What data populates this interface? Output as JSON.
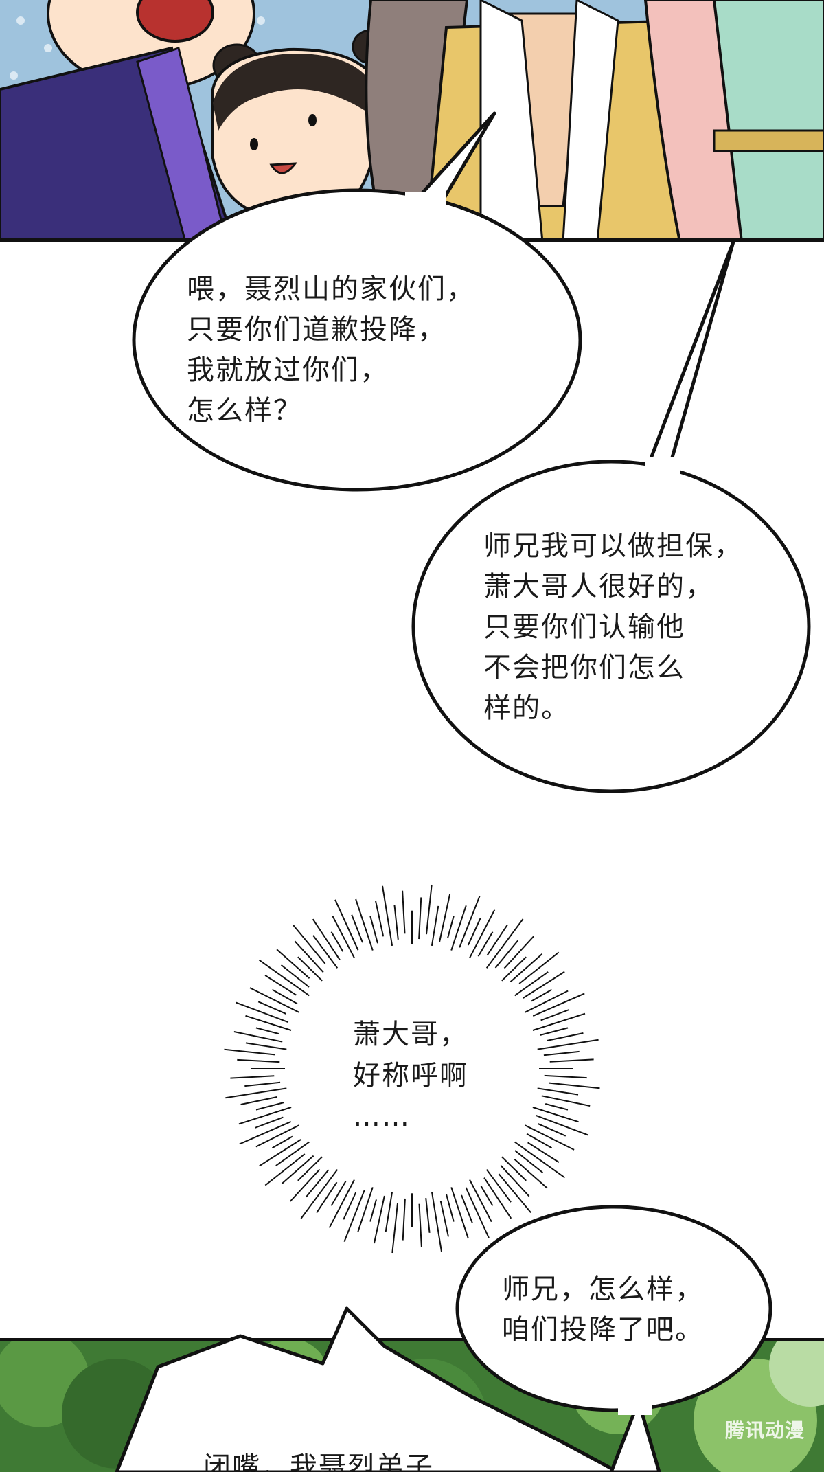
{
  "panels": [
    {
      "name": "top-art-panel"
    },
    {
      "name": "bottom-forest-panel"
    }
  ],
  "dialogues": [
    {
      "id": "bubble-1",
      "lines": [
        "喂，聂烈山的家伙们，",
        "只要你们道歉投降，",
        "我就放过你们，",
        "怎么样？"
      ]
    },
    {
      "id": "bubble-2",
      "lines": [
        "师兄我可以做担保，",
        "萧大哥人很好的，",
        "只要你们认输他",
        "不会把你们怎么",
        "样的。"
      ]
    },
    {
      "id": "thought-burst",
      "lines": [
        "萧大哥，",
        "好称呼啊",
        "……"
      ]
    },
    {
      "id": "bubble-3",
      "lines": [
        "师兄，怎么样，",
        "咱们投降了吧。"
      ]
    },
    {
      "id": "bubble-4",
      "lines": [
        "闭嘴，我聂烈弟子"
      ]
    }
  ],
  "watermark": "腾讯动漫",
  "colors": {
    "ink": "#111111",
    "sky": "#9fc3dd",
    "forest": "#3f7a34",
    "robe_purple": "#3a2f7a",
    "robe_gold": "#e8c66a",
    "robe_teal": "#a8dcc8"
  }
}
